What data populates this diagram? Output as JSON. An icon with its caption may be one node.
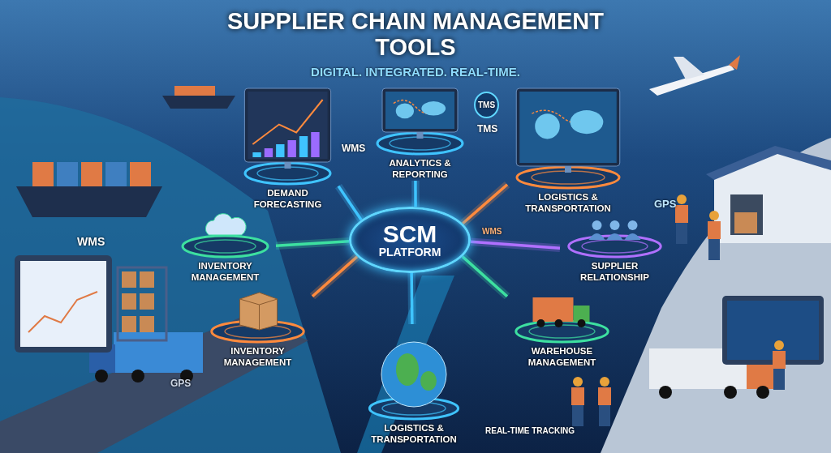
{
  "diagram": {
    "title": "SUPPLIER CHAIN MANAGEMENT TOOLS",
    "nodes": [
      {
        "text": [
          "SCM",
          "PLATFORM"
        ]
      },
      {
        "text": [
          "DEMAND FORECASTING"
        ]
      },
      {
        "text": [
          "ANALYTICS & REPORTING"
        ]
      },
      {
        "text": [
          "LOGISTICS & TRANSPORTATION"
        ]
      },
      {
        "text": [
          "INVENTORY MANAGEMENT"
        ]
      },
      {
        "text": [
          "SUPPLIER RELATIONSHIP"
        ]
      },
      {
        "text": [
          "INVENTORY MANAGEMENT"
        ]
      },
      {
        "text": [
          "WAREHOUSE MANAGEMENT"
        ]
      },
      {
        "text": [
          "LOGISTICS & TRANSPORTATION"
        ]
      }
    ],
    "edges": [
      {
        "from": 0,
        "to": 1,
        "arrow": "none"
      },
      {
        "from": 0,
        "to": 2,
        "arrow": "none"
      },
      {
        "from": 0,
        "to": 3,
        "arrow": "none",
        "color": "#ff8a3d"
      },
      {
        "from": 0,
        "to": 4,
        "arrow": "none",
        "color": "#3de0a0"
      },
      {
        "from": 0,
        "to": 5,
        "arrow": "none",
        "color": "#b070ff"
      },
      {
        "from": 0,
        "to": 6,
        "arrow": "none",
        "color": "#ff8a3d"
      },
      {
        "from": 0,
        "to": 7,
        "arrow": "none",
        "color": "#3de0a0"
      },
      {
        "from": 0,
        "to": 8,
        "arrow": "none"
      }
    ],
    "labels": [
      "DIGITAL. INTEGRATED. REAL-TIME.",
      "WMS",
      "TMS",
      "TMS",
      "WMS",
      "GPS",
      "WMS",
      "GPS",
      "REAL-TIME TRACKING"
    ]
  }
}
